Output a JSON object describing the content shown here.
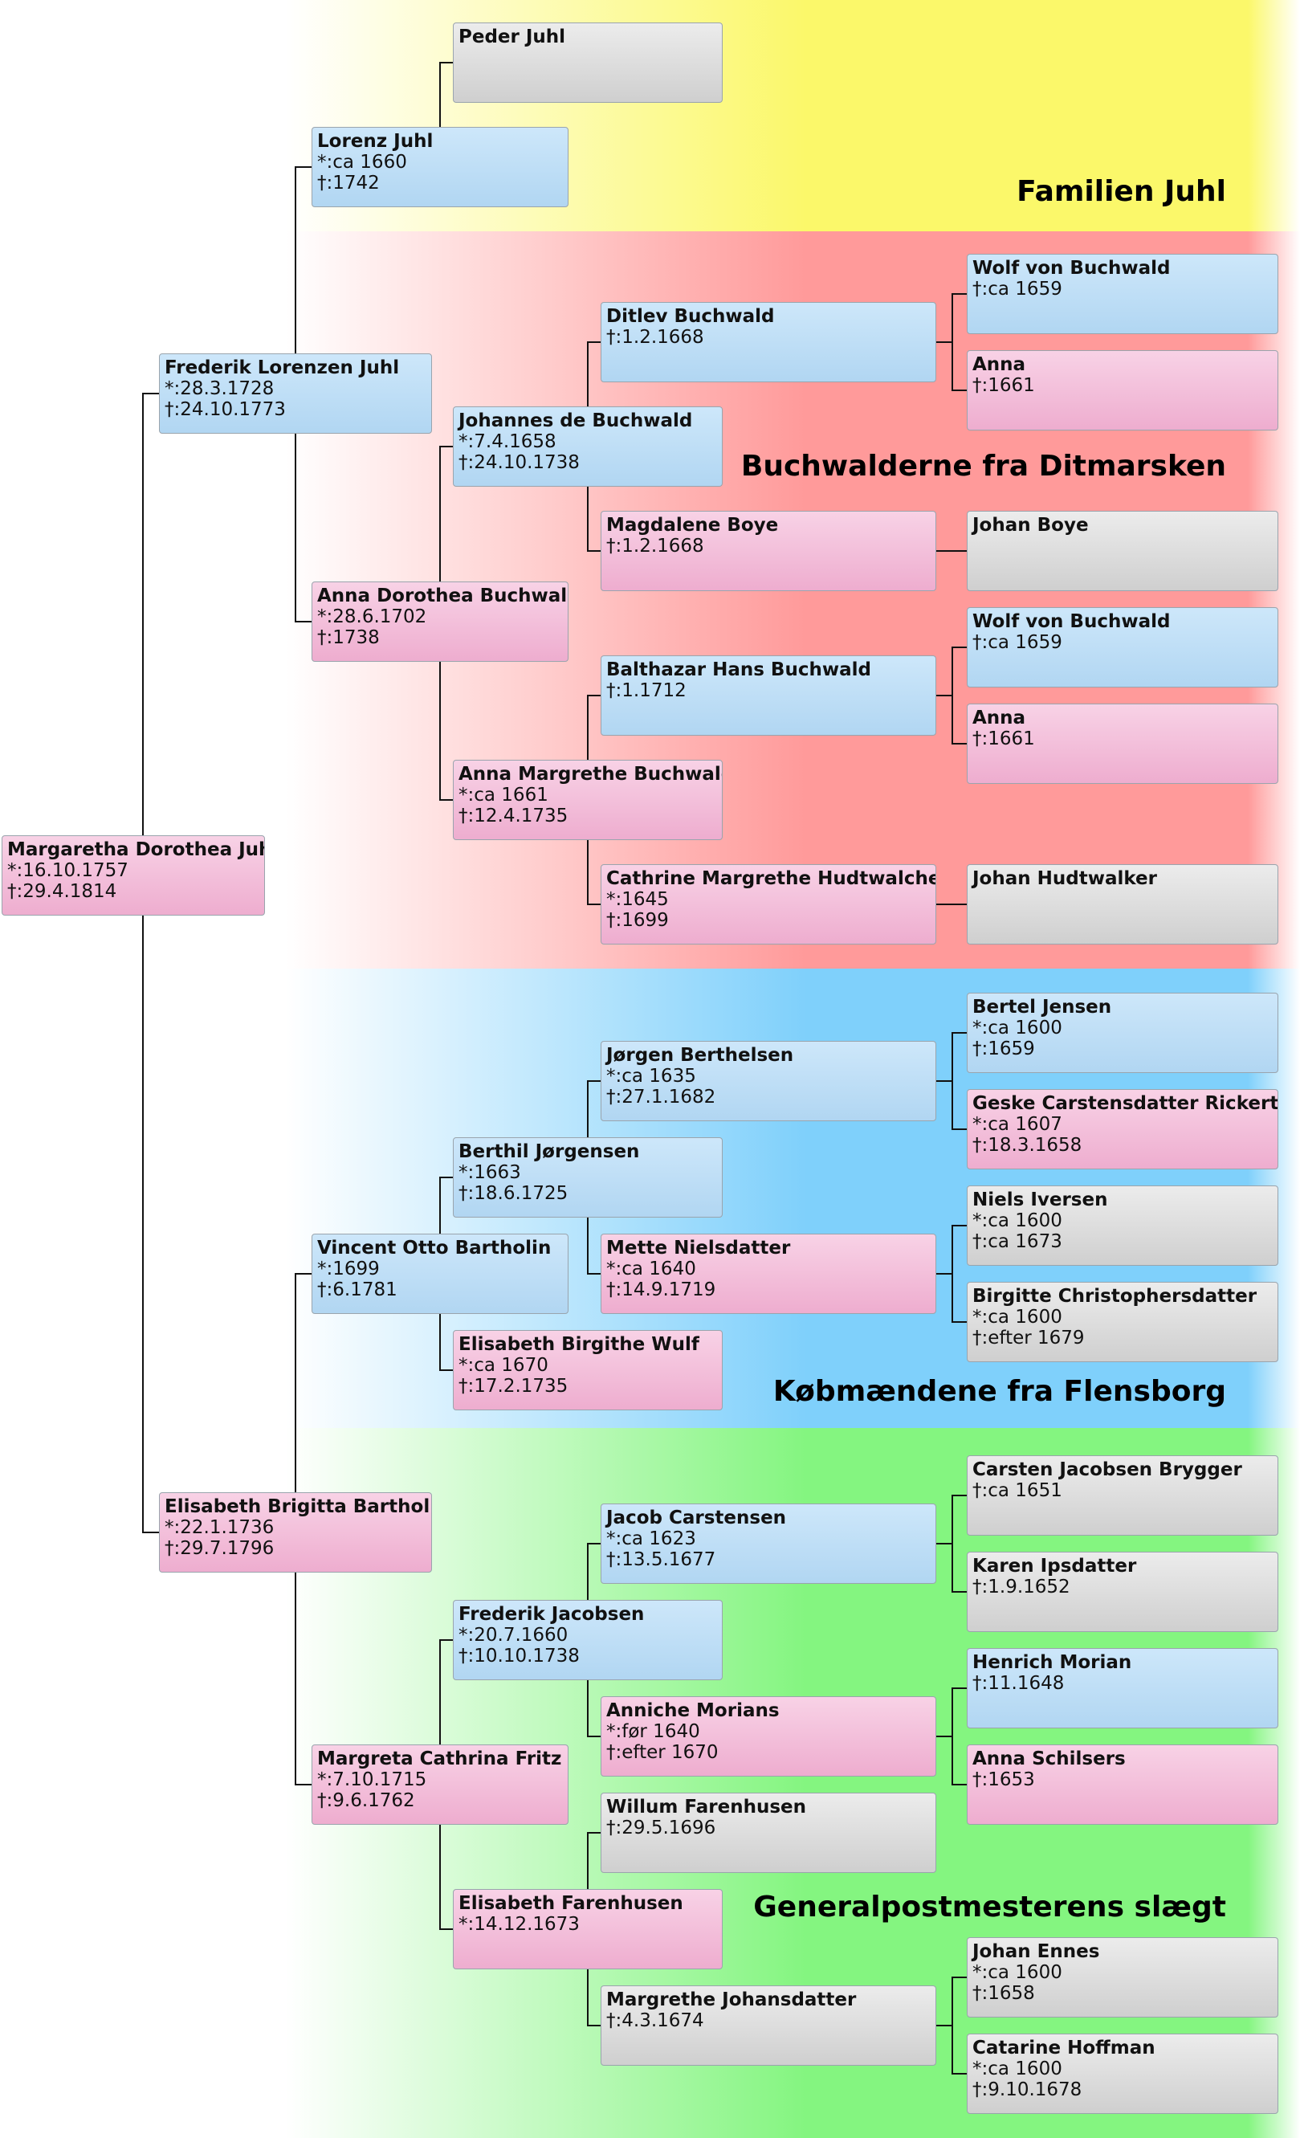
{
  "families": [
    {
      "key": "juhl",
      "title": "Familien Juhl",
      "color": "#fbf86a"
    },
    {
      "key": "buchwald",
      "title": "Buchwalderne fra Ditmarsken",
      "color": "#ff9a9a"
    },
    {
      "key": "flensborg",
      "title": "Købmændene fra Flensborg",
      "color": "#7fd0fb"
    },
    {
      "key": "post",
      "title": "Generalpostmesterens slægt",
      "color": "#84f580"
    }
  ],
  "persons": [
    {
      "id": "p1",
      "gender": "f",
      "name": "Margaretha Dorothea Juhl",
      "born": "*:16.10.1757",
      "died": "†:29.4.1814"
    },
    {
      "id": "p2",
      "gender": "m",
      "name": "Frederik Lorenzen Juhl",
      "born": "*:28.3.1728",
      "died": "†:24.10.1773"
    },
    {
      "id": "p3",
      "gender": "f",
      "name": "Elisabeth Brigitta Bartholin",
      "born": "*:22.1.1736",
      "died": "†:29.7.1796"
    },
    {
      "id": "p4",
      "gender": "m",
      "name": "Lorenz Juhl",
      "born": "*:ca 1660",
      "died": "†:1742"
    },
    {
      "id": "p5",
      "gender": "f",
      "name": "Anna Dorothea Buchwald",
      "born": "*:28.6.1702",
      "died": "†:1738"
    },
    {
      "id": "p6",
      "gender": "m",
      "name": "Vincent Otto Bartholin",
      "born": "*:1699",
      "died": "†:6.1781"
    },
    {
      "id": "p7",
      "gender": "f",
      "name": "Margreta Cathrina Fritz",
      "born": "*:7.10.1715",
      "died": "†:9.6.1762"
    },
    {
      "id": "p8",
      "gender": "u",
      "name": "Peder Juhl"
    },
    {
      "id": "p10",
      "gender": "m",
      "name": "Johannes de Buchwald",
      "born": "*:7.4.1658",
      "died": "†:24.10.1738"
    },
    {
      "id": "p11",
      "gender": "f",
      "name": "Anna Margrethe Buchwald",
      "born": "*:ca 1661",
      "died": "†:12.4.1735"
    },
    {
      "id": "p12",
      "gender": "m",
      "name": "Berthil Jørgensen",
      "born": "*:1663",
      "died": "†:18.6.1725"
    },
    {
      "id": "p13",
      "gender": "f",
      "name": "Elisabeth Birgithe Wulf",
      "born": "*:ca 1670",
      "died": "†:17.2.1735"
    },
    {
      "id": "p14",
      "gender": "m",
      "name": "Frederik Jacobsen",
      "born": "*:20.7.1660",
      "died": "†:10.10.1738"
    },
    {
      "id": "p15",
      "gender": "f",
      "name": "Elisabeth Farenhusen",
      "born": "*:14.12.1673"
    },
    {
      "id": "p20",
      "gender": "m",
      "name": "Ditlev Buchwald",
      "died": "†:1.2.1668"
    },
    {
      "id": "p21",
      "gender": "f",
      "name": "Magdalene Boye",
      "died": "†:1.2.1668"
    },
    {
      "id": "p22",
      "gender": "m",
      "name": "Balthazar Hans Buchwald",
      "died": "†:1.1712"
    },
    {
      "id": "p23",
      "gender": "f",
      "name": "Cathrine Margrethe Hudtwalcher",
      "born": "*:1645",
      "died": "†:1699"
    },
    {
      "id": "p24",
      "gender": "m",
      "name": "Jørgen Berthelsen",
      "born": "*:ca 1635",
      "died": "†:27.1.1682"
    },
    {
      "id": "p25",
      "gender": "f",
      "name": "Mette Nielsdatter",
      "born": "*:ca 1640",
      "died": "†:14.9.1719"
    },
    {
      "id": "p28",
      "gender": "m",
      "name": "Jacob Carstensen",
      "born": "*:ca 1623",
      "died": "†:13.5.1677"
    },
    {
      "id": "p29",
      "gender": "f",
      "name": "Anniche Morians",
      "born": "*:før 1640",
      "died": "†:efter 1670"
    },
    {
      "id": "p30",
      "gender": "u",
      "name": "Willum Farenhusen",
      "died": "†:29.5.1696"
    },
    {
      "id": "p31",
      "gender": "u",
      "name": "Margrethe Johansdatter",
      "died": "†:4.3.1674"
    },
    {
      "id": "p40",
      "gender": "m",
      "name": "Wolf von Buchwald",
      "died": "†:ca 1659"
    },
    {
      "id": "p41",
      "gender": "f",
      "name": "Anna",
      "died": "†:1661"
    },
    {
      "id": "p42",
      "gender": "u",
      "name": "Johan Boye"
    },
    {
      "id": "p44",
      "gender": "m",
      "name": "Wolf von Buchwald",
      "died": "†:ca 1659"
    },
    {
      "id": "p45",
      "gender": "f",
      "name": "Anna",
      "died": "†:1661"
    },
    {
      "id": "p46",
      "gender": "u",
      "name": "Johan Hudtwalker"
    },
    {
      "id": "p48",
      "gender": "m",
      "name": "Bertel Jensen",
      "born": "*:ca 1600",
      "died": "†:1659"
    },
    {
      "id": "p49",
      "gender": "f",
      "name": "Geske Carstensdatter Rickerts",
      "born": "*:ca 1607",
      "died": "†:18.3.1658"
    },
    {
      "id": "p50",
      "gender": "u",
      "name": "Niels Iversen",
      "born": "*:ca 1600",
      "died": "†:ca 1673"
    },
    {
      "id": "p51",
      "gender": "u",
      "name": "Birgitte Christophersdatter",
      "born": "*:ca 1600",
      "died": "†:efter 1679"
    },
    {
      "id": "p56",
      "gender": "u",
      "name": "Carsten Jacobsen Brygger",
      "died": "†:ca 1651"
    },
    {
      "id": "p57",
      "gender": "u",
      "name": "Karen Ipsdatter",
      "died": "†:1.9.1652"
    },
    {
      "id": "p58",
      "gender": "m",
      "name": "Henrich Morian",
      "died": "†:11.1648"
    },
    {
      "id": "p59",
      "gender": "f",
      "name": "Anna Schilsers",
      "died": "†:1653"
    },
    {
      "id": "p62",
      "gender": "u",
      "name": "Johan Ennes",
      "born": "*:ca 1600",
      "died": "†:1658"
    },
    {
      "id": "p63",
      "gender": "u",
      "name": "Catarine Hoffman",
      "born": "*:ca 1600",
      "died": "†:9.10.1678"
    }
  ]
}
